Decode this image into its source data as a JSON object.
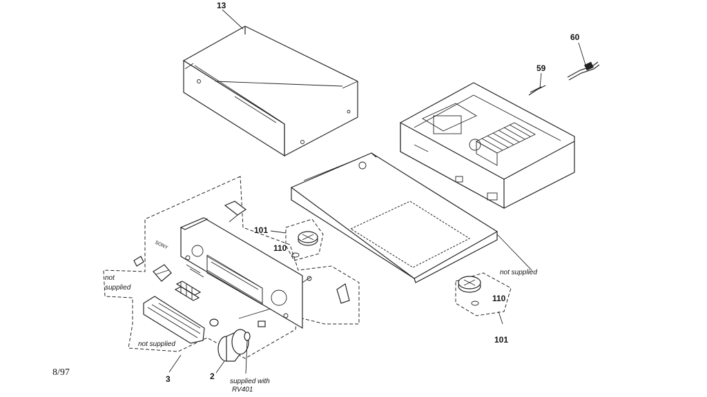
{
  "parts": {
    "p13": "13",
    "p60": "60",
    "p59": "59",
    "p101a": "101",
    "p110a": "110",
    "p110b": "110",
    "p101b": "101",
    "p3": "3",
    "p2": "2"
  },
  "notes": {
    "not_supplied_left_1": "not",
    "not_supplied_left_2": "supplied",
    "not_supplied_bottom": "not supplied",
    "not_supplied_right": "not supplied",
    "supplied_with_1": "supplied with",
    "supplied_with_2": "RV401",
    "brand": "SONY"
  },
  "footer": {
    "date_code": "8/97"
  }
}
